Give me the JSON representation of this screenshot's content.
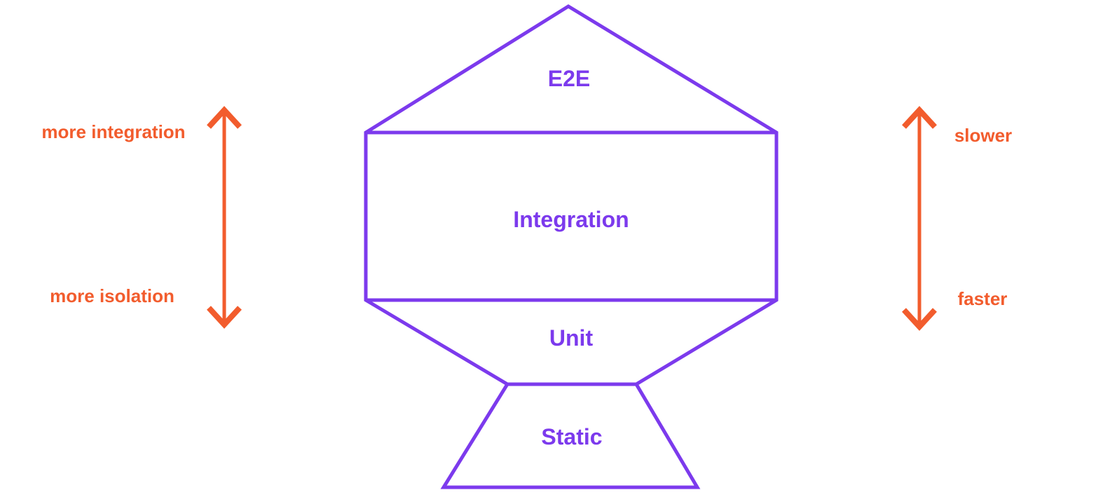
{
  "colors": {
    "purple": "#7C3AED",
    "orange": "#F25C2D",
    "background": "#FFFFFF"
  },
  "trophy": {
    "levels": [
      {
        "id": "e2e",
        "label": "E2E"
      },
      {
        "id": "integration",
        "label": "Integration"
      },
      {
        "id": "unit",
        "label": "Unit"
      },
      {
        "id": "static",
        "label": "Static"
      }
    ]
  },
  "left_scale": {
    "top_label": "more integration",
    "bottom_label": "more isolation"
  },
  "right_scale": {
    "top_label": "slower",
    "bottom_label": "faster"
  }
}
